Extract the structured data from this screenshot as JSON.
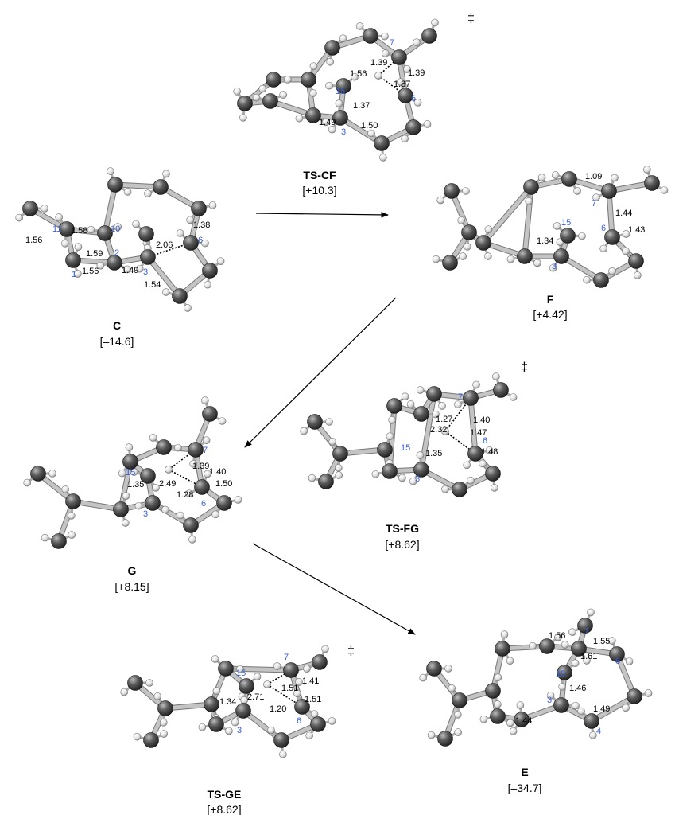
{
  "structures": [
    {
      "id": "C",
      "name": "C",
      "energy": "[–14.6]",
      "dagger": "",
      "bonds": [
        "1.56",
        "1.58",
        "1.59",
        "1.56",
        "1.49",
        "2.06",
        "1.38",
        "1.54"
      ],
      "atoms": [
        "11",
        "10",
        "2",
        "1",
        "3",
        "6"
      ]
    },
    {
      "id": "TS-CF",
      "name": "TS-CF",
      "energy": "[+10.3]",
      "dagger": "‡",
      "bonds": [
        "1.39",
        "1.39",
        "1.56",
        "1.87",
        "1.37",
        "1.49",
        "1.50"
      ],
      "atoms": [
        "7",
        "15",
        "6",
        "3"
      ]
    },
    {
      "id": "F",
      "name": "F",
      "energy": "[+4.42]",
      "dagger": "",
      "bonds": [
        "1.09",
        "1.44",
        "1.43",
        "1.34"
      ],
      "atoms": [
        "7",
        "15",
        "6",
        "3"
      ]
    },
    {
      "id": "TS-FG",
      "name": "TS-FG",
      "energy": "[+8.62]",
      "dagger": "‡",
      "bonds": [
        "1.27",
        "1.40",
        "2.32",
        "1.47",
        "1.48",
        "1.35"
      ],
      "atoms": [
        "7",
        "15",
        "6",
        "3"
      ]
    },
    {
      "id": "G",
      "name": "G",
      "energy": "[+8.15]",
      "dagger": "",
      "bonds": [
        "1.39",
        "1.40",
        "2.49",
        "1.35",
        "1.50",
        "1.28"
      ],
      "atoms": [
        "7",
        "15",
        "6",
        "3"
      ]
    },
    {
      "id": "TS-GE",
      "name": "TS-GE",
      "energy": "[+8.62]",
      "dagger": "‡",
      "bonds": [
        "1.41",
        "1.51",
        "2.71",
        "1.34",
        "1.51",
        "1.20"
      ],
      "atoms": [
        "7",
        "15",
        "6",
        "3"
      ]
    },
    {
      "id": "E",
      "name": "E",
      "energy": "[–34.7]",
      "dagger": "",
      "bonds": [
        "1.56",
        "1.55",
        "1.61",
        "1.46",
        "1.49",
        "1.44"
      ],
      "atoms": [
        "7",
        "6",
        "15",
        "3",
        "4"
      ]
    }
  ],
  "colors": {
    "carbon": "#4a4a4a",
    "hydrogen": "#f2f2f2",
    "bond": "#c4c4c4",
    "label": "#3a5fd6"
  }
}
